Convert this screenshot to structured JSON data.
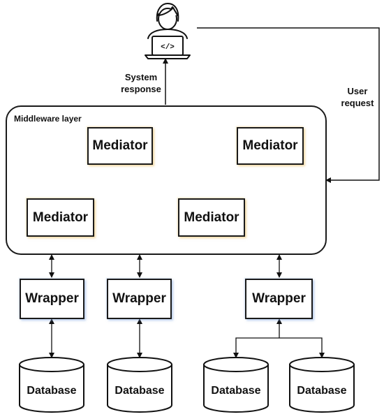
{
  "middleware": {
    "label": "Middleware layer"
  },
  "mediators": [
    "Mediator",
    "Mediator",
    "Mediator",
    "Mediator"
  ],
  "wrappers": [
    "Wrapper",
    "Wrapper",
    "Wrapper"
  ],
  "databases": [
    "Database",
    "Database",
    "Database",
    "Database"
  ],
  "system_response": [
    "System",
    "response"
  ],
  "user_request": [
    "User",
    "request"
  ],
  "user_icon": "user-laptop-icon",
  "laptop_glyph": "</>"
}
